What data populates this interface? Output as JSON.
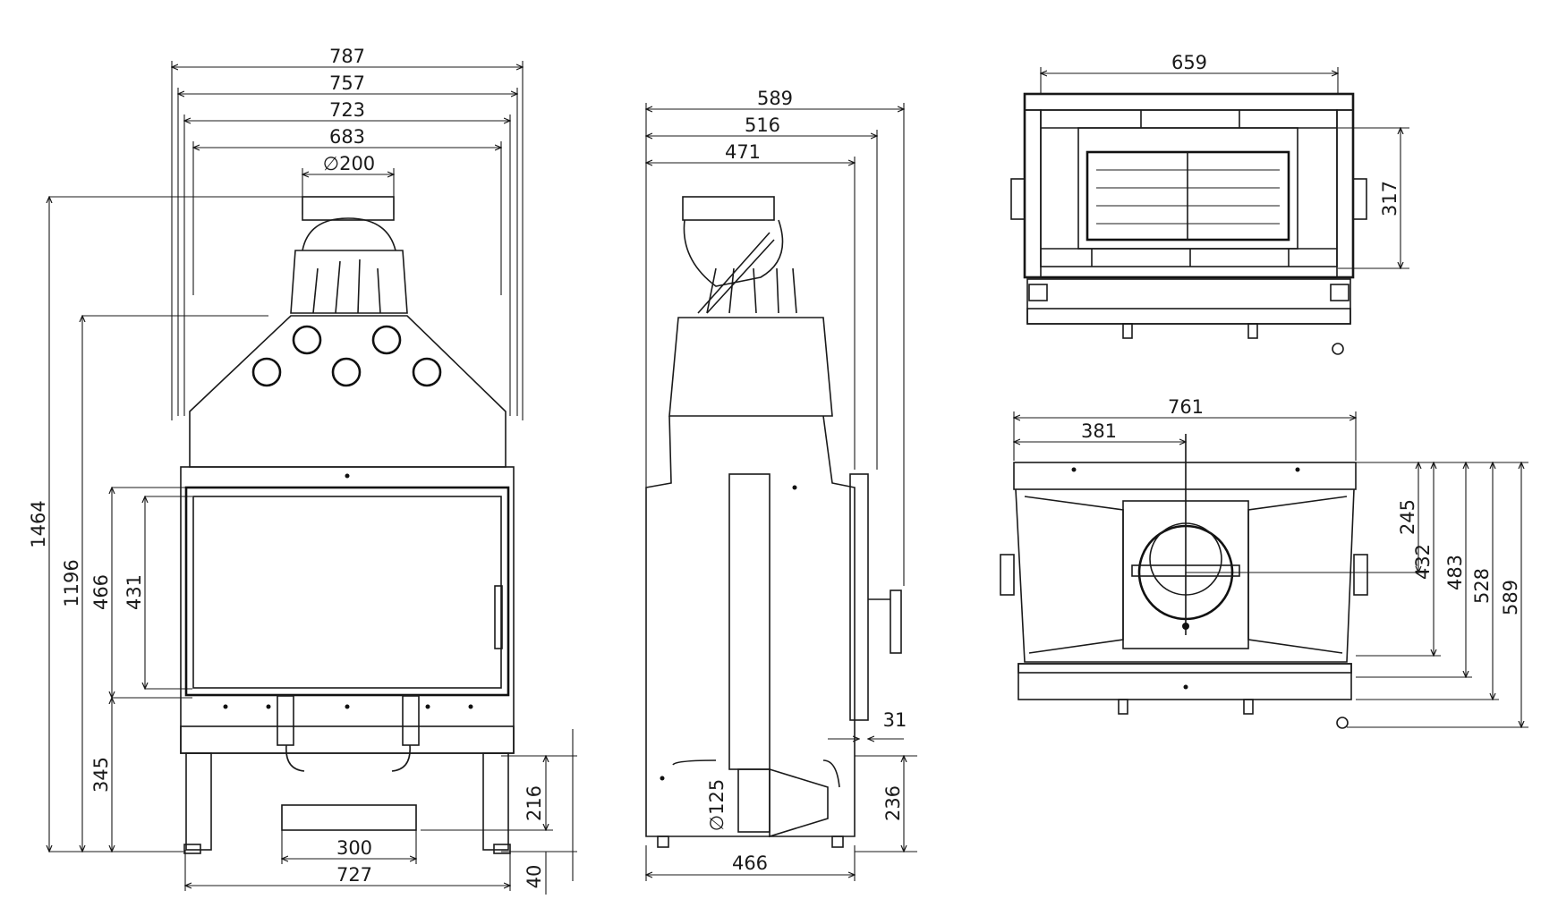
{
  "drawing": {
    "front": {
      "w_787": "787",
      "w_757": "757",
      "w_723": "723",
      "w_683": "683",
      "d_flue": "∅200",
      "h_1464": "1464",
      "h_1196": "1196",
      "h_466": "466",
      "h_431": "431",
      "h_345": "345",
      "w_300": "300",
      "w_727": "727",
      "h_216": "216",
      "h_40": "40"
    },
    "side": {
      "w_589": "589",
      "w_516": "516",
      "w_471": "471",
      "d_air": "∅125",
      "w_466": "466",
      "d_31": "31",
      "h_236": "236"
    },
    "top": {
      "w_659": "659",
      "h_317": "317"
    },
    "bottom": {
      "w_761": "761",
      "w_381": "381",
      "h_245": "245",
      "h_432": "432",
      "h_483": "483",
      "h_528": "528",
      "h_589": "589"
    }
  }
}
